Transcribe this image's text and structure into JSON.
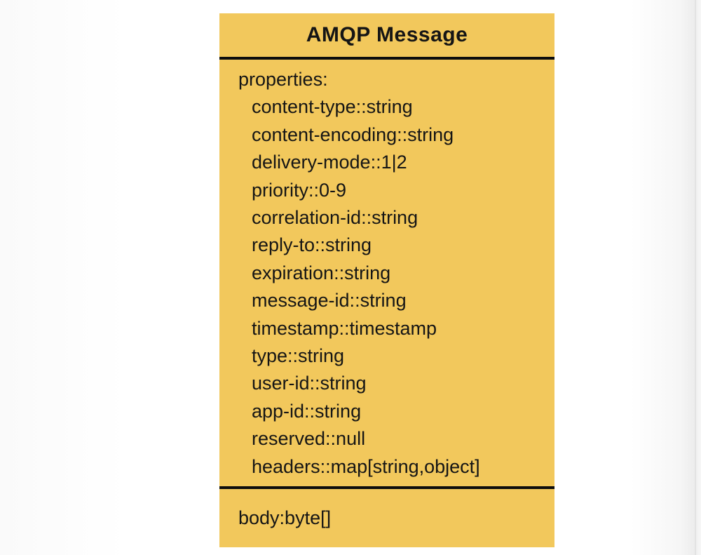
{
  "diagram": {
    "title": "AMQP Message",
    "sections": {
      "properties": {
        "label": "properties:",
        "items": [
          "content-type::string",
          "content-encoding::string",
          "delivery-mode::1|2",
          "priority::0-9",
          "correlation-id::string",
          "reply-to::string",
          "expiration::string",
          "message-id::string",
          "timestamp::timestamp",
          "type::string",
          "user-id::string",
          "app-id::string",
          "reserved::null",
          "headers::map[string,object]"
        ]
      },
      "body": {
        "label": "body:byte[]"
      }
    },
    "colors": {
      "box_fill": "#F2C85C",
      "divider": "#0D0D0D",
      "text": "#151515",
      "page_background": "#FFFFFF",
      "page_edge": "#E2E2E2"
    }
  }
}
